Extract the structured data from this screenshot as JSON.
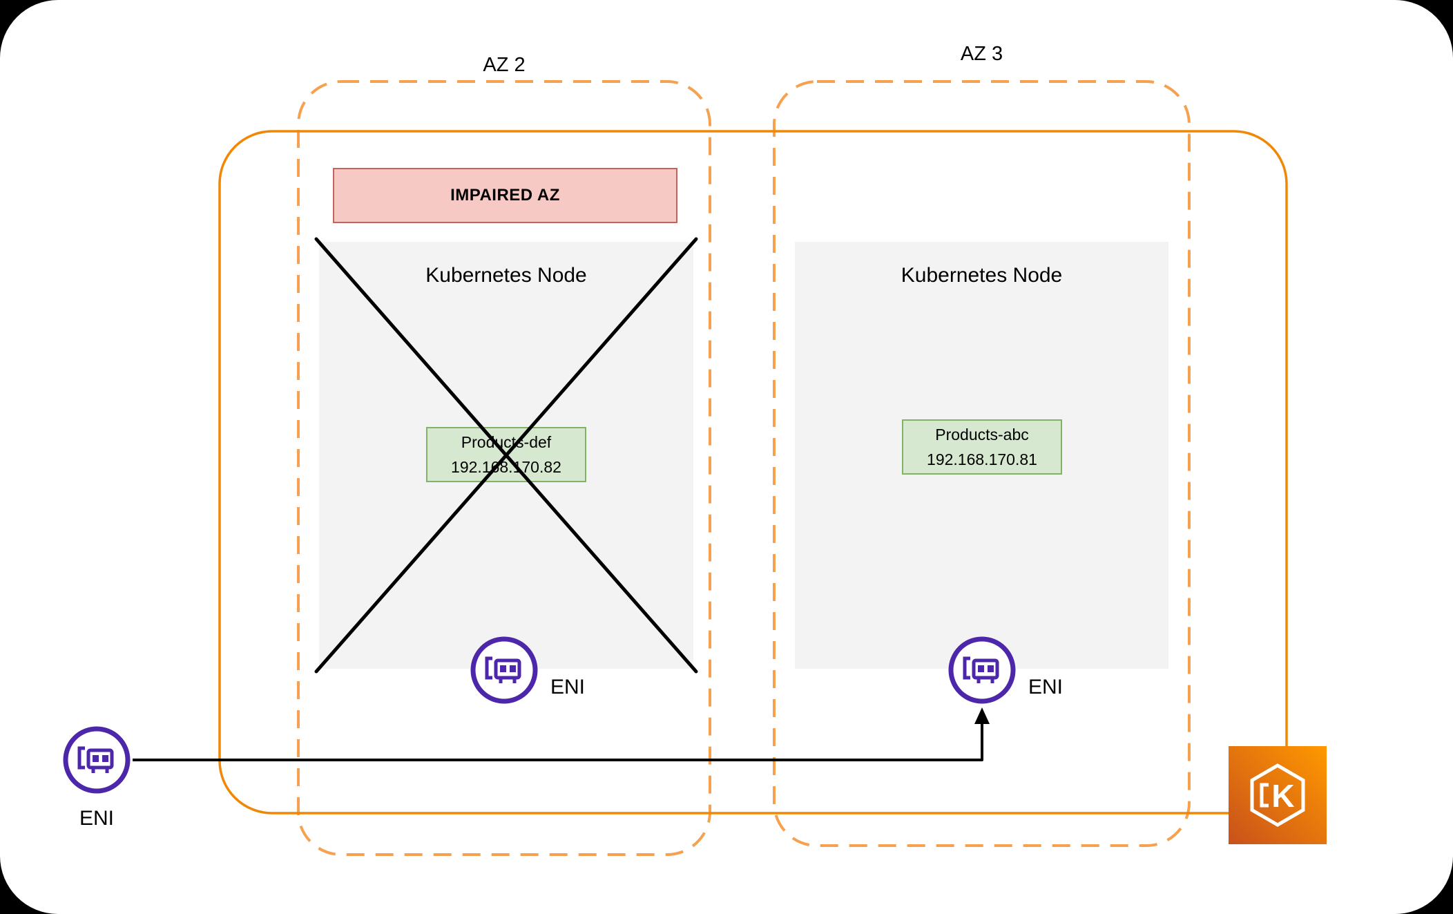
{
  "az2": {
    "label": "AZ 2",
    "impaired_banner": "IMPAIRED AZ",
    "node_title": "Kubernetes Node",
    "pod_name": "Products-def",
    "pod_ip": "192.168.170.82",
    "eni_label": "ENI"
  },
  "az3": {
    "label": "AZ 3",
    "node_title": "Kubernetes Node",
    "pod_name": "Products-abc",
    "pod_ip": "192.168.170.81",
    "eni_label": "ENI"
  },
  "external": {
    "eni_label": "ENI"
  },
  "eks": {
    "letter": "K"
  },
  "colors": {
    "az_dashed_border": "#f5a14f",
    "cluster_border": "#f08705",
    "impaired_fill": "#f6c9c5",
    "impaired_border": "#c4625d",
    "node_fill": "#f3f3f3",
    "pod_fill": "#d7e8d1",
    "pod_border": "#83b266",
    "eni_purple": "#4d27aa",
    "eks_gradient_start": "#c8511b",
    "eks_gradient_end": "#ff9900",
    "cross_and_arrow": "#000000"
  }
}
